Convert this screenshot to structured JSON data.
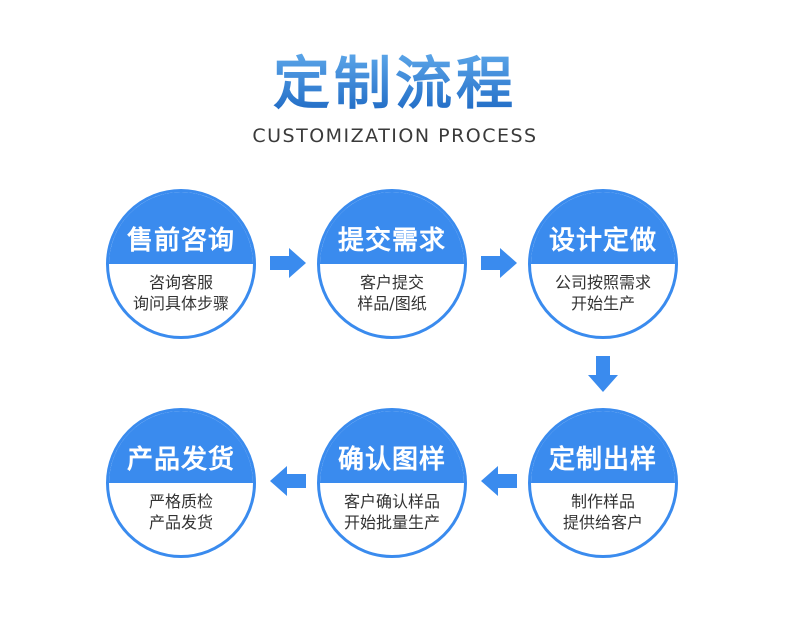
{
  "header": {
    "title": "定制流程",
    "subtitle": "CUSTOMIZATION PROCESS"
  },
  "colors": {
    "primary_blue": "#3a8bee",
    "title_gradient_top": "#5ca6e9",
    "title_gradient_bottom": "#1b66c2",
    "desc_text": "#333333"
  },
  "steps": [
    {
      "title": "售前咨询",
      "desc_line1": "咨询客服",
      "desc_line2": "询问具体步骤"
    },
    {
      "title": "提交需求",
      "desc_line1": "客户提交",
      "desc_line2": "样品/图纸"
    },
    {
      "title": "设计定做",
      "desc_line1": "公司按照需求",
      "desc_line2": "开始生产"
    },
    {
      "title": "定制出样",
      "desc_line1": "制作样品",
      "desc_line2": "提供给客户"
    },
    {
      "title": "确认图样",
      "desc_line1": "客户确认样品",
      "desc_line2": "开始批量生产"
    },
    {
      "title": "产品发货",
      "desc_line1": "严格质检",
      "desc_line2": "产品发货"
    }
  ],
  "flow": {
    "row1_direction": "right",
    "row2_direction": "left",
    "connector": "down"
  }
}
